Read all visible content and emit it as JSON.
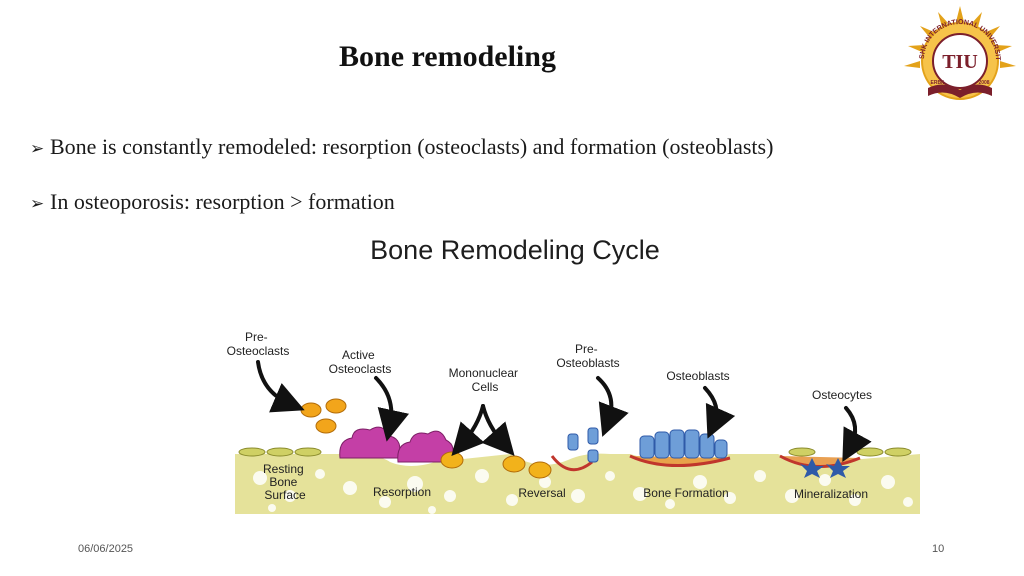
{
  "slide": {
    "title": "Bone remodeling",
    "bullets": [
      "Bone is constantly remodeled: resorption (osteoclasts) and formation (osteoblasts)",
      "In osteoporosis: resorption > formation"
    ],
    "bullet_glyph": "➢",
    "footer_date": "06/06/2025",
    "page_number": "10"
  },
  "logo": {
    "ring_text": "TISHK INTERNATIONAL UNIVERSITY",
    "initials": "TIU",
    "left_text": "ERBIL",
    "right_text": "2008",
    "colors": {
      "gold": "#e3a21a",
      "maroon": "#7b1f2b"
    }
  },
  "diagram": {
    "title": "Bone Remodeling Cycle",
    "top_labels": {
      "pre_osteoclasts": [
        "Pre-",
        "Osteoclasts"
      ],
      "active_osteoclasts": [
        "Active",
        "Osteoclasts"
      ],
      "mononuclear_cells": [
        "Mononuclear",
        "Cells"
      ],
      "pre_osteoblasts": [
        "Pre-",
        "Osteoblasts"
      ],
      "osteoblasts": [
        "Osteoblasts"
      ],
      "osteocytes": [
        "Osteocytes"
      ]
    },
    "stage_labels": {
      "resting": [
        "Resting",
        "Bone",
        "Surface"
      ],
      "resorption": "Resorption",
      "reversal": "Reversal",
      "formation": "Bone Formation",
      "mineralization": "Mineralization"
    },
    "colors": {
      "bone": "#e5e29a",
      "bone_pores": "#fbfbf0",
      "osteoclast": "#c43fa6",
      "mononuclear": "#f2b21b",
      "osteoblast": "#6e9ed8",
      "seam": "#c0362c",
      "osteocyte": "#2f5aa8"
    }
  }
}
